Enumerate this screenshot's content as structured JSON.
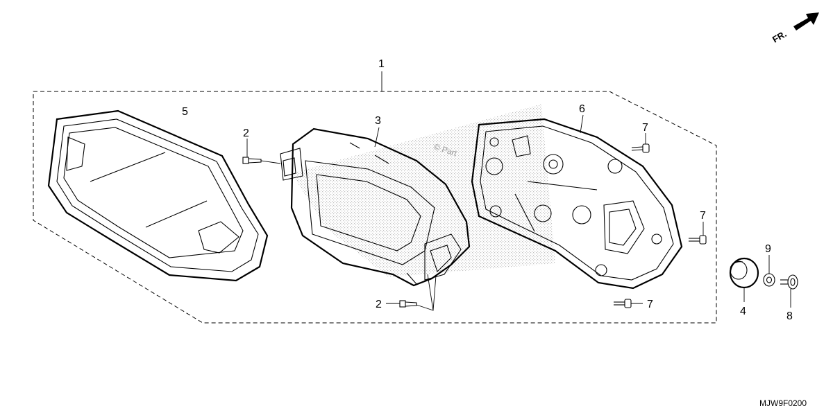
{
  "diagram": {
    "direction_label": "FR.",
    "watermark": "© Part",
    "drawing_code": "MJW9F0200",
    "callouts": {
      "c1": "1",
      "c2a": "2",
      "c2b": "2",
      "c3": "3",
      "c4": "4",
      "c5": "5",
      "c6": "6",
      "c7a": "7",
      "c7b": "7",
      "c7c": "7",
      "c8": "8",
      "c9": "9"
    }
  }
}
